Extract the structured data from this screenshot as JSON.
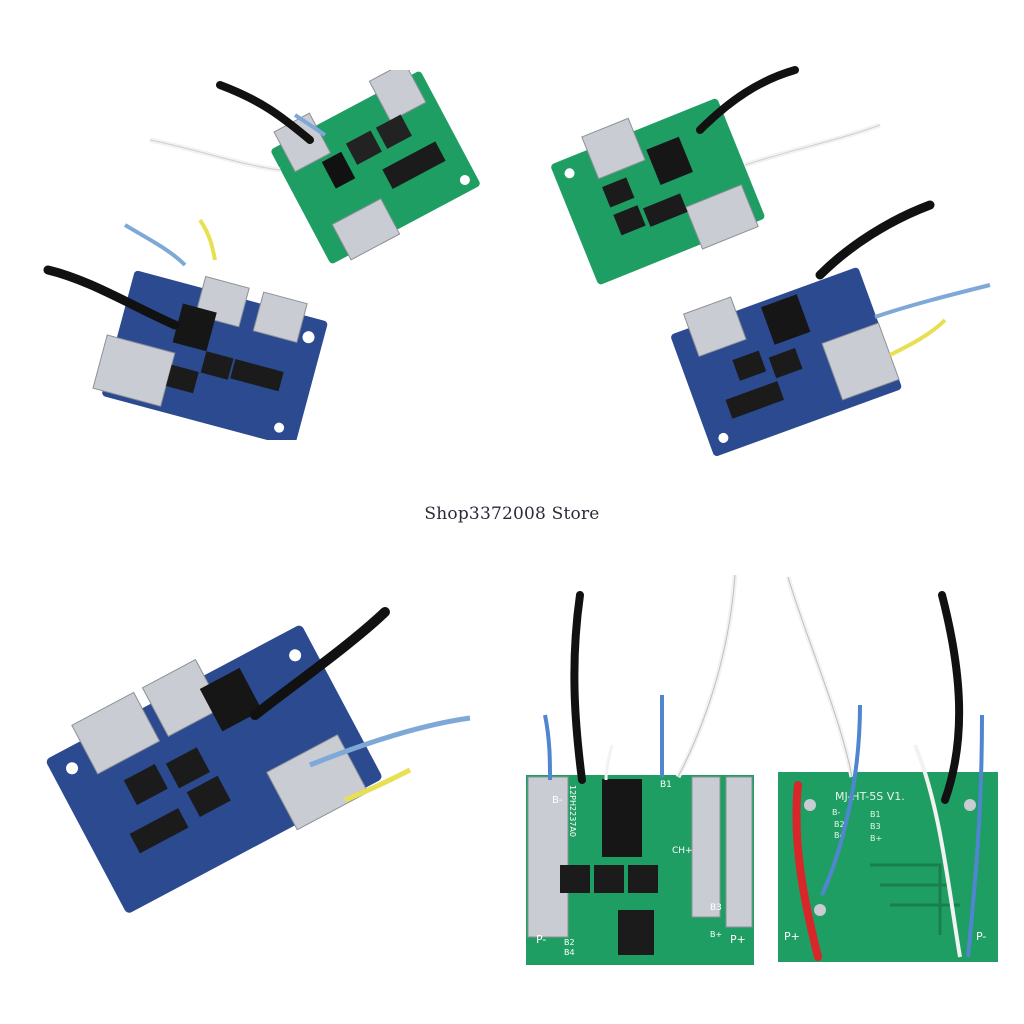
{
  "store": {
    "name": "Shop3372008 Store"
  },
  "board_colors": {
    "green": "#1f9e63",
    "blue": "#2c4a8f",
    "metal": "#c9ccd2"
  },
  "pcb_labels": {
    "front": [
      "B-",
      "B1",
      "B3",
      "B2",
      "B4",
      "B+",
      "CH+",
      "P-",
      "P+",
      "12PH2237A0"
    ],
    "back": [
      "MJ-HT-5S V1.",
      "B-",
      "B1",
      "B2",
      "B3",
      "B4",
      "B+",
      "P+",
      "P-"
    ]
  }
}
